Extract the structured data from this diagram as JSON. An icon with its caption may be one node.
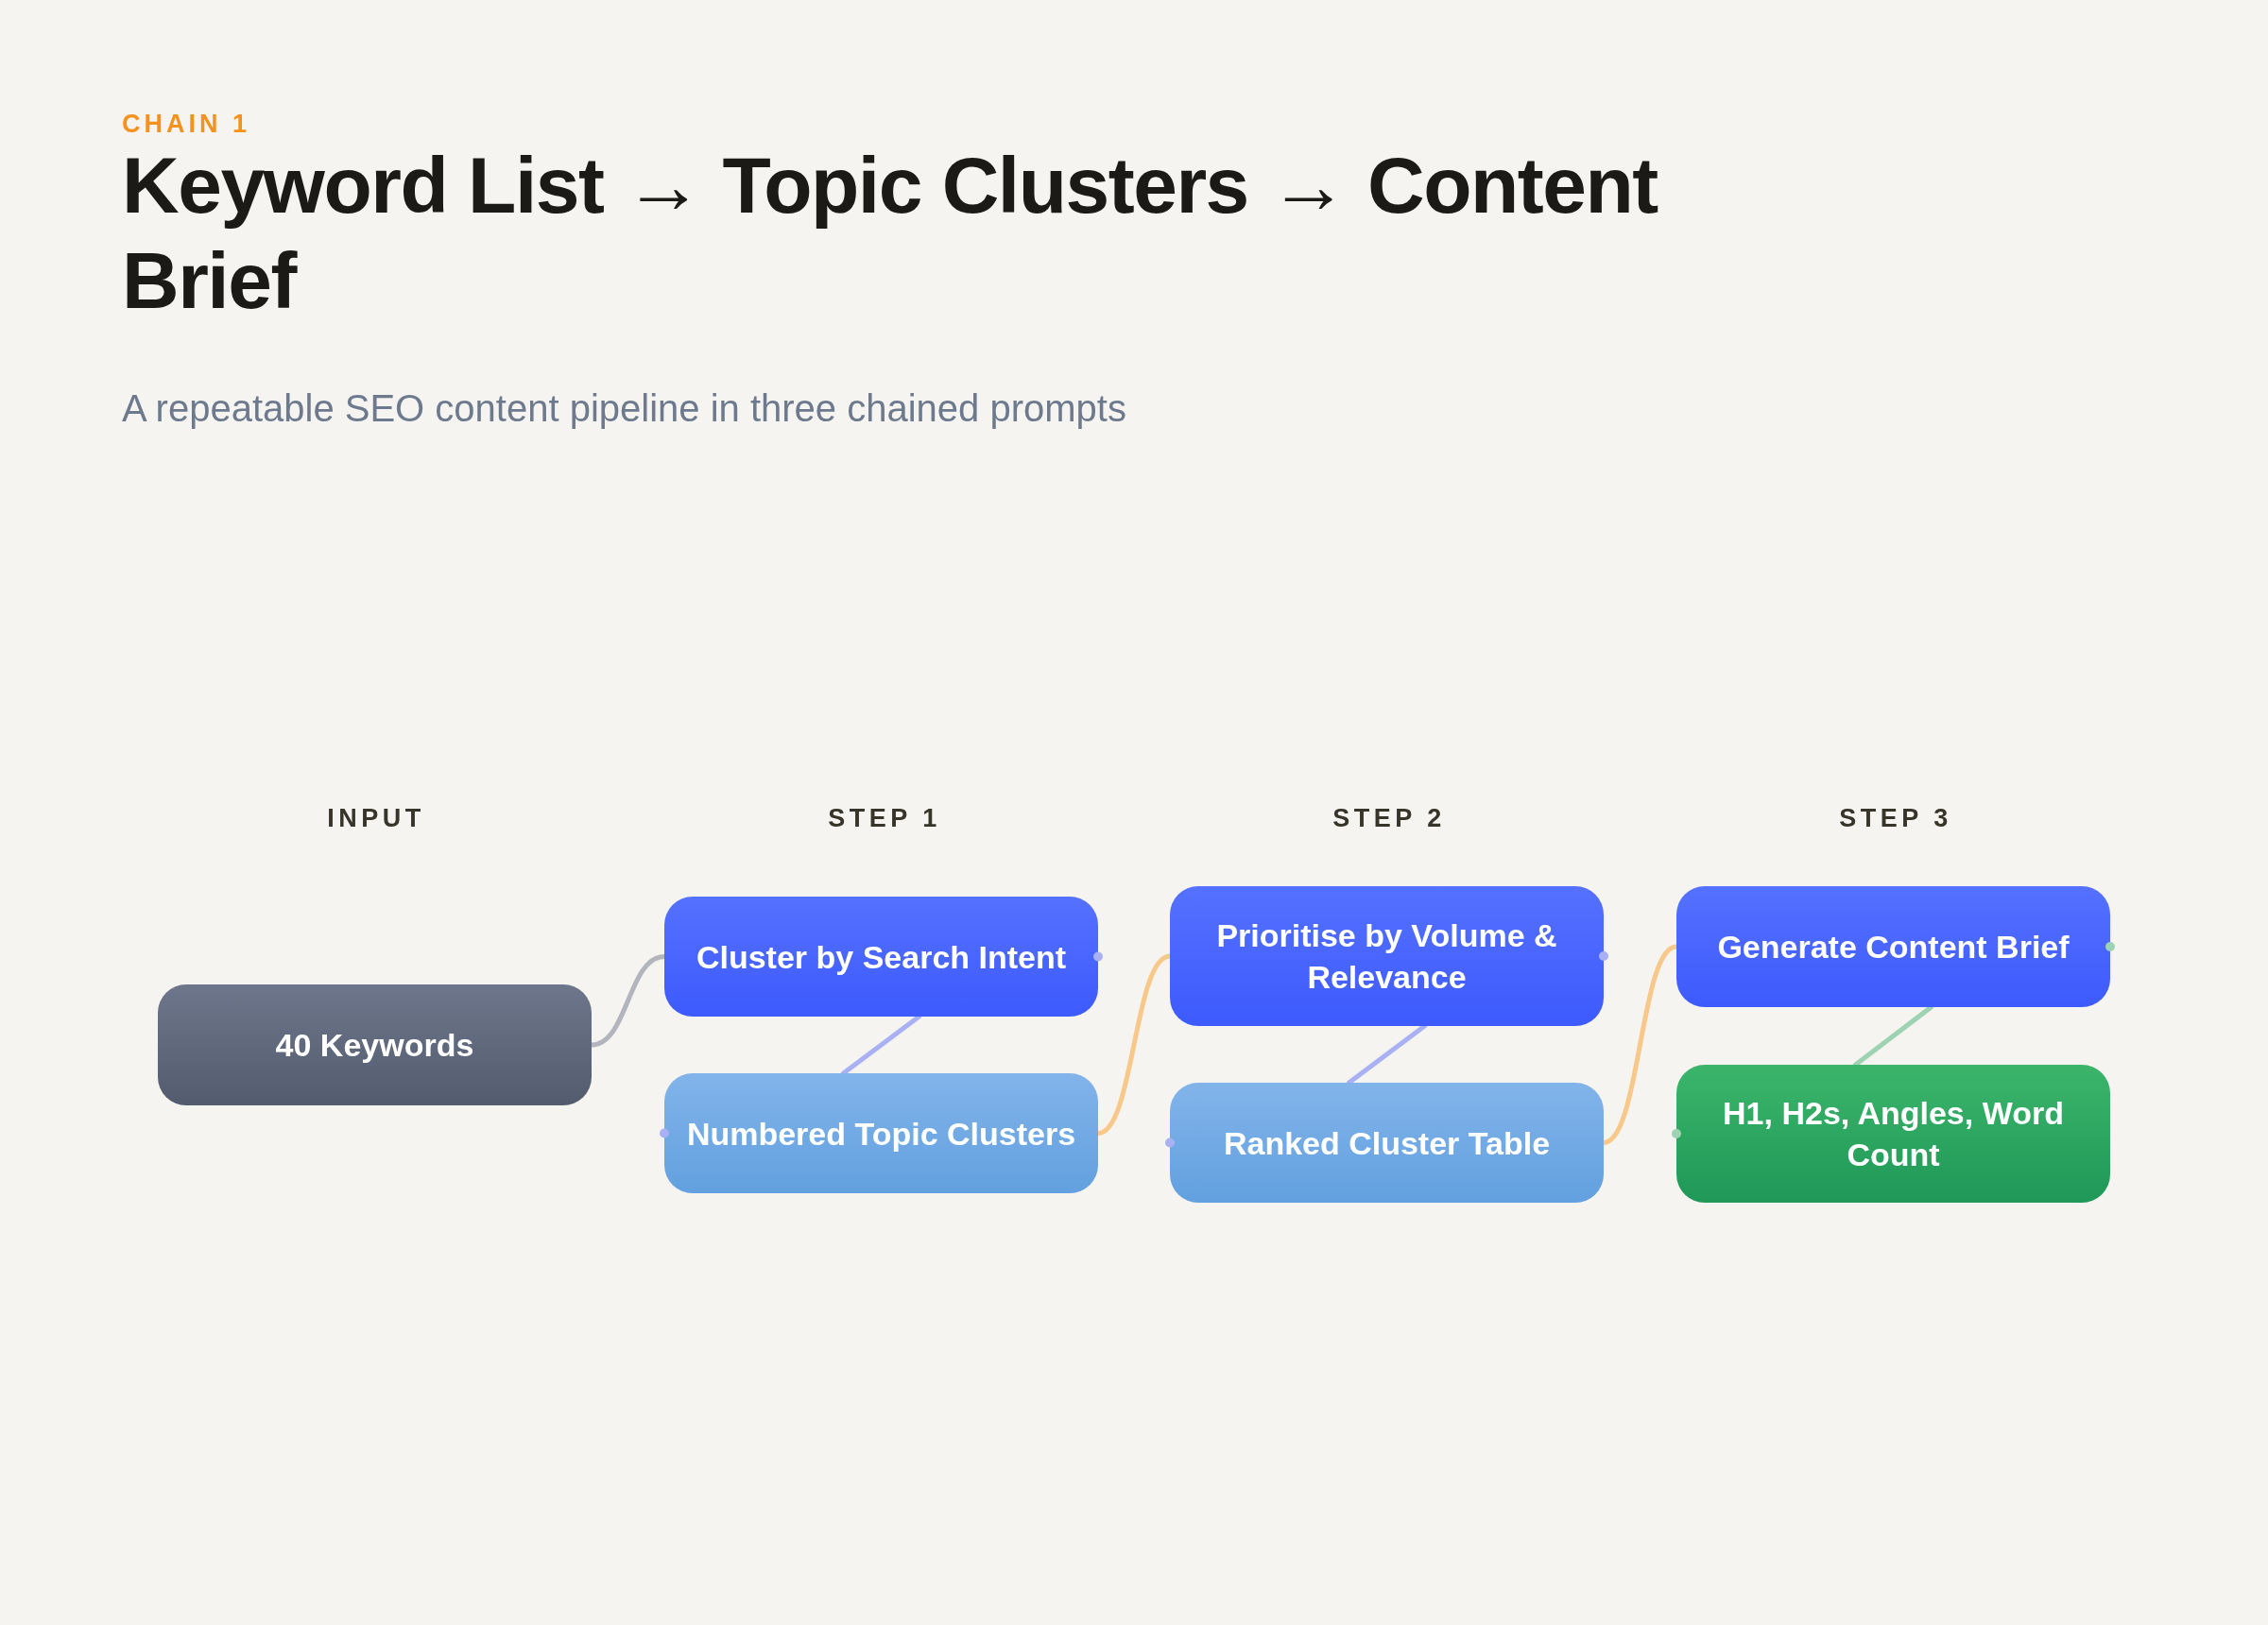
{
  "diagram": {
    "title": "Keyword List → Topic Clusters → Content Brief",
    "nodes": [
      {
        "text": [
          "40 Keywords"
        ]
      },
      {
        "text": [
          "Cluster by Search Intent"
        ]
      },
      {
        "text": [
          "Numbered Topic Clusters"
        ]
      },
      {
        "text": [
          "Prioritise by Volume & Relevance"
        ]
      },
      {
        "text": [
          "Ranked Cluster Table"
        ]
      },
      {
        "text": [
          "Generate Content Brief"
        ]
      },
      {
        "text": [
          "H1, H2s, Angles, Word Count"
        ]
      }
    ],
    "edges": [
      {
        "from": 0,
        "to": 1,
        "arrow": "none",
        "color": "#b2b5bd"
      },
      {
        "from": 1,
        "to": 2,
        "arrow": "none",
        "color": "#a9b1f4"
      },
      {
        "from": 2,
        "to": 3,
        "arrow": "none",
        "color": "#f8c88a"
      },
      {
        "from": 3,
        "to": 4,
        "arrow": "none",
        "color": "#a9b1f4"
      },
      {
        "from": 4,
        "to": 5,
        "arrow": "none",
        "color": "#f8c88a"
      },
      {
        "from": 5,
        "to": 6,
        "arrow": "none",
        "color": "#9dd3b3"
      }
    ],
    "labels": [
      "CHAIN 1",
      "A repeatable SEO content pipeline in three chained prompts",
      "INPUT",
      "STEP 1",
      "STEP 2",
      "STEP 3"
    ]
  }
}
